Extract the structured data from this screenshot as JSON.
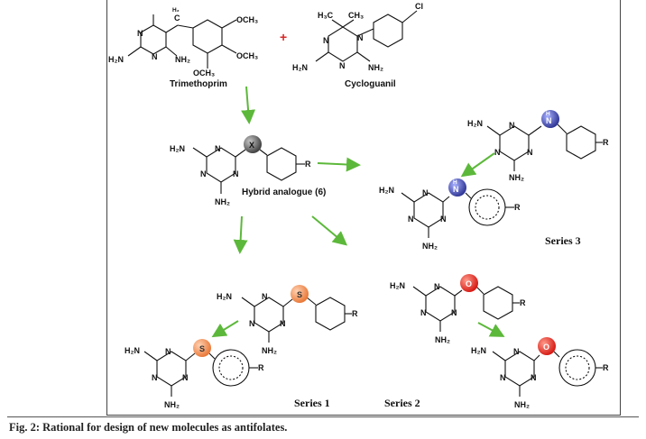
{
  "figure": {
    "caption": "Fig. 2: Rational for design of new molecules as antifolates.",
    "labels": {
      "trimethoprim": "Trimethoprim",
      "cycloguanil": "Cycloguanil",
      "hybrid": "Hybrid analogue (6)",
      "series1": "Series 1",
      "series2": "Series 2",
      "series3": "Series 3"
    },
    "atoms": {
      "h2n": "H₂N",
      "nh2": "NH₂",
      "n": "N",
      "och3": "OCH₃",
      "h2": "H₂",
      "c": "C",
      "cl": "Cl",
      "h3c": "H₃C",
      "ch3": "CH₃",
      "plus": "+",
      "x": "X",
      "s": "S",
      "o": "O",
      "h": "H",
      "r": "R"
    },
    "colors": {
      "arrow": "#5cb83a",
      "plus": "#d62828",
      "x_ball": "#555555",
      "s_ball": "#f08a4b",
      "o_ball": "#e0201c",
      "n_ball": "#3a42a8"
    }
  }
}
